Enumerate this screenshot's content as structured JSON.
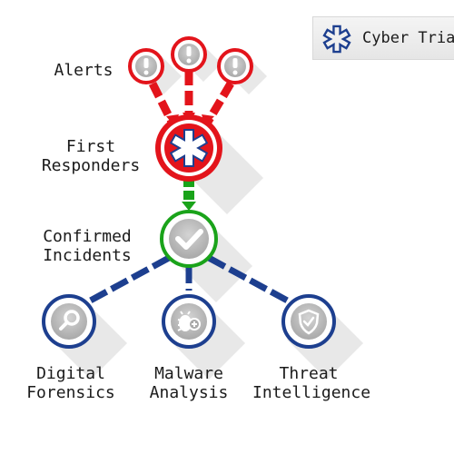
{
  "brand": {
    "name": "Cyber Triag",
    "icon": "triage-star-icon"
  },
  "stages": {
    "alerts": {
      "line1": "Alerts",
      "icon": "exclamation-icon"
    },
    "first_responders": {
      "line1": "First",
      "line2": "Responders",
      "icon": "star-of-life-icon"
    },
    "confirmed_incidents": {
      "line1": "Confirmed",
      "line2": "Incidents",
      "icon": "checkmark-icon"
    }
  },
  "outcomes": {
    "digital_forensics": {
      "line1": "Digital",
      "line2": "Forensics",
      "icon": "magnifier-icon"
    },
    "malware_analysis": {
      "line1": "Malware",
      "line2": "Analysis",
      "icon": "bug-icon"
    },
    "threat_intelligence": {
      "line1": "Threat",
      "line2": "Intelligence",
      "icon": "shield-check-icon"
    }
  },
  "colors": {
    "alert_red": "#e3141b",
    "confirm_green": "#1aa31a",
    "outcome_blue": "#1d3f8f",
    "icon_gray": "#b9b9b9",
    "shadow_gray": "#e6e6e6"
  }
}
